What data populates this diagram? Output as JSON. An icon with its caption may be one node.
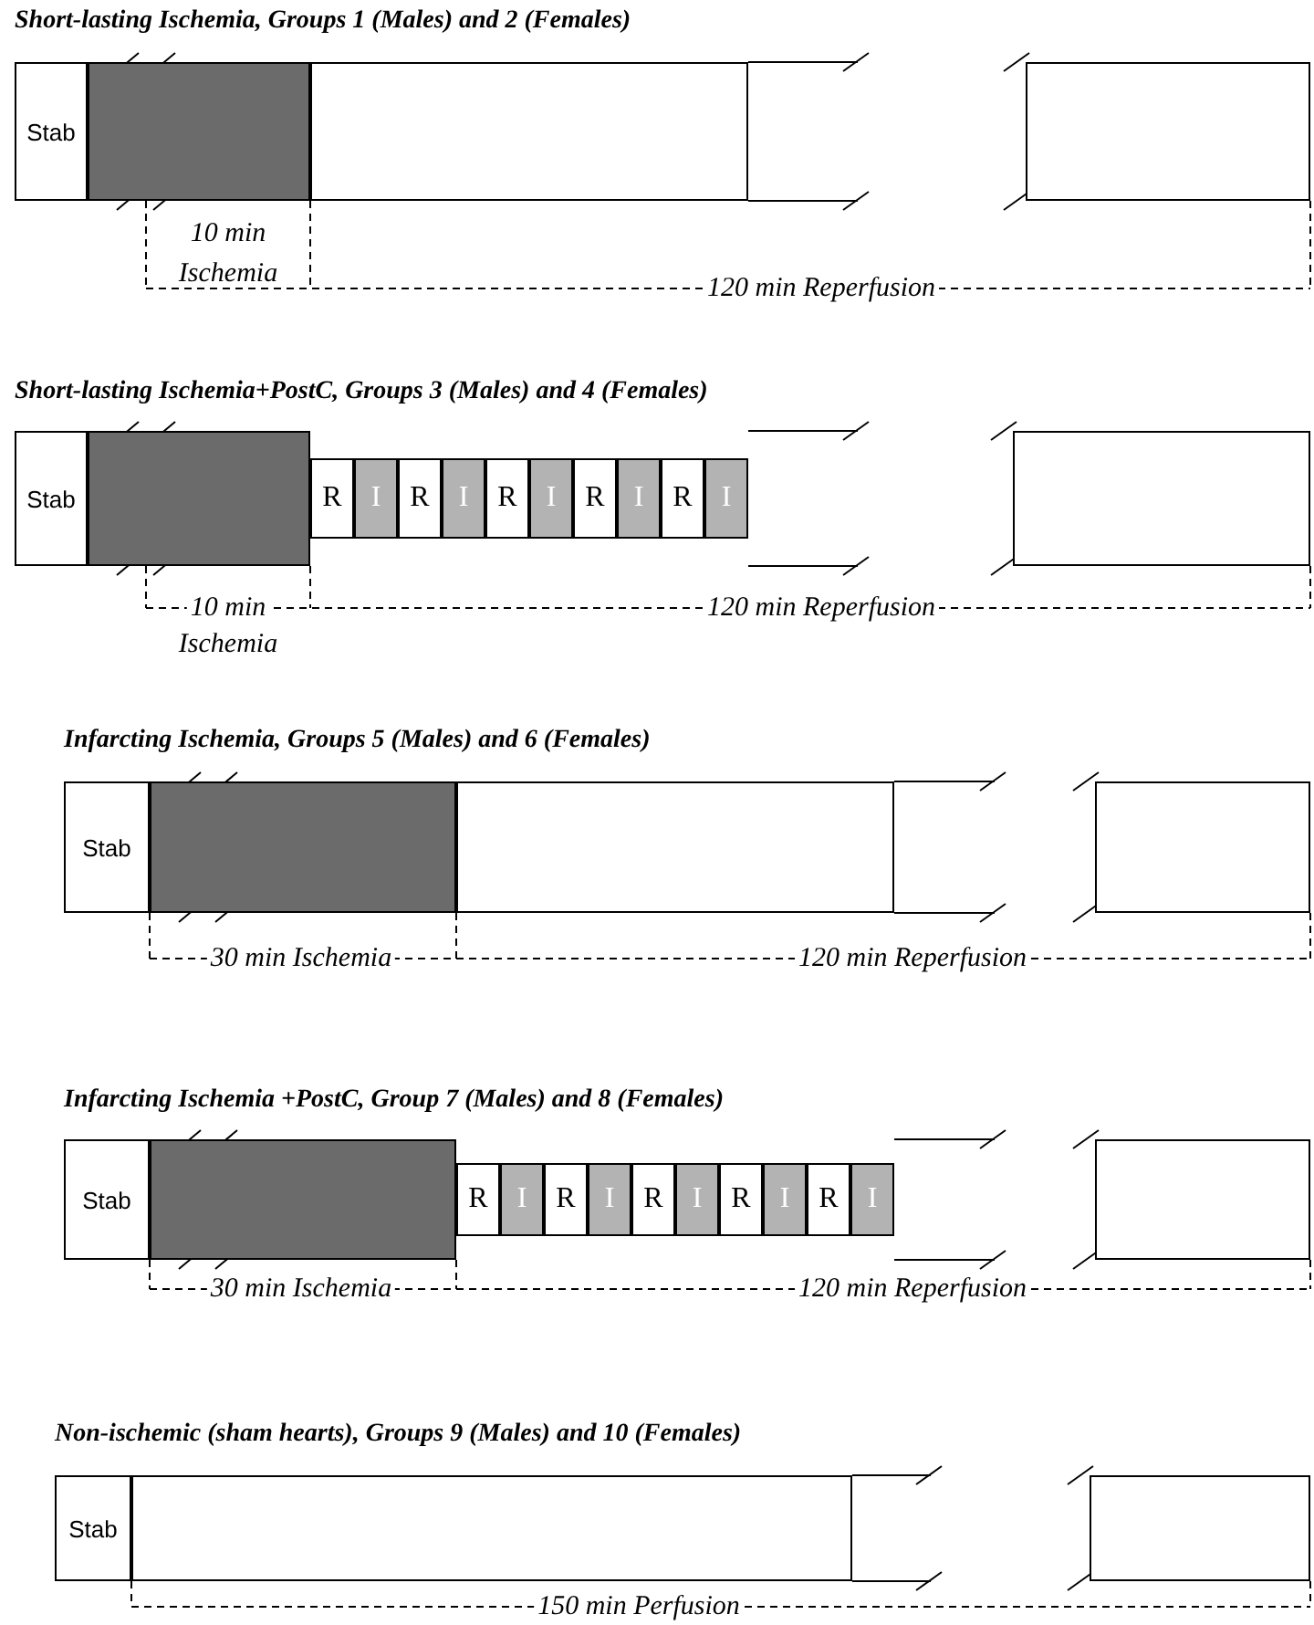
{
  "diagram": {
    "nodes": [
      {
        "text": [
          "Stab"
        ]
      },
      {
        "text": [],
        "shape": "bar"
      },
      {
        "text": [],
        "shape": "box"
      },
      {
        "text": [],
        "shape": "box"
      },
      {
        "text": [
          "Stab"
        ]
      },
      {
        "text": [],
        "shape": "bar"
      },
      {
        "text": [
          "R"
        ]
      },
      {
        "text": [
          "I"
        ]
      },
      {
        "text": [
          "R"
        ]
      },
      {
        "text": [
          "I"
        ]
      },
      {
        "text": [
          "R"
        ]
      },
      {
        "text": [
          "I"
        ]
      },
      {
        "text": [
          "R"
        ]
      },
      {
        "text": [
          "I"
        ]
      },
      {
        "text": [
          "R"
        ]
      },
      {
        "text": [
          "I"
        ]
      },
      {
        "text": [],
        "shape": "box"
      },
      {
        "text": [
          "Stab"
        ]
      },
      {
        "text": [],
        "shape": "bar"
      },
      {
        "text": [],
        "shape": "box"
      },
      {
        "text": [],
        "shape": "box"
      },
      {
        "text": [
          "Stab"
        ]
      },
      {
        "text": [],
        "shape": "bar"
      },
      {
        "text": [
          "R"
        ]
      },
      {
        "text": [
          "I"
        ]
      },
      {
        "text": [
          "R"
        ]
      },
      {
        "text": [
          "I"
        ]
      },
      {
        "text": [
          "R"
        ]
      },
      {
        "text": [
          "I"
        ]
      },
      {
        "text": [
          "R"
        ]
      },
      {
        "text": [
          "I"
        ]
      },
      {
        "text": [
          "R"
        ]
      },
      {
        "text": [
          "I"
        ]
      },
      {
        "text": [],
        "shape": "box"
      },
      {
        "text": [
          "Stab"
        ]
      },
      {
        "text": [],
        "shape": "box"
      },
      {
        "text": [],
        "shape": "box"
      }
    ],
    "labels": [
      "Short-lasting Ischemia, Groups 1 (Males) and 2 (Females)",
      "10 min",
      "Ischemia",
      "120 min Reperfusion",
      "Short-lasting Ischemia+PostC, Groups 3 (Males) and 4 (Females)",
      "10 min",
      "Ischemia",
      "120 min Reperfusion",
      "Infarcting Ischemia, Groups 5 (Males) and 6 (Females)",
      "30 min Ischemia",
      "120 min Reperfusion",
      "Infarcting Ischemia +PostC, Group 7 (Males) and 8 (Females)",
      "30 min Ischemia",
      "120 min Reperfusion",
      "Non-ischemic (sham hearts), Groups 9 (Males) and 10 (Females)",
      "150 min Perfusion"
    ]
  }
}
